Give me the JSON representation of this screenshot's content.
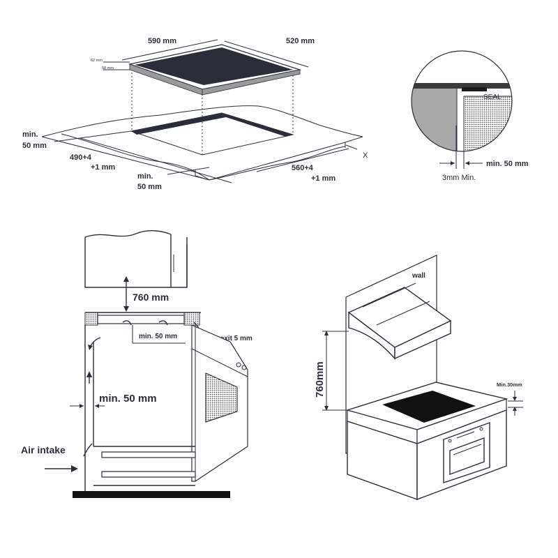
{
  "top_view": {
    "width_label": "590 mm",
    "depth_label": "520 mm",
    "thickness_a": "62 mm",
    "thickness_b": "58 mm",
    "left_gap_line1": "min.",
    "left_gap_line2": "50 mm",
    "cutout_depth_line1": "490+4",
    "cutout_depth_line2": "+1 mm",
    "front_gap_line1": "min.",
    "front_gap_line2": "50 mm",
    "cutout_width_line1": "560+4",
    "cutout_width_line2": "+1 mm",
    "axis_x": "X"
  },
  "detail_view": {
    "seal_label": "SEAL",
    "gap_label": "min. 50 mm",
    "thickness_label": "3mm Min."
  },
  "side_view": {
    "height_label": "760 mm",
    "top_gap_label": "min. 50 mm",
    "air_exit_label": "Air exit 5 mm",
    "back_gap_label": "min. 50 mm",
    "air_intake_label": "Air intake"
  },
  "iso_view": {
    "wall_label": "wall",
    "height_label": "760mm",
    "clearance_label": "Min.30mm"
  }
}
